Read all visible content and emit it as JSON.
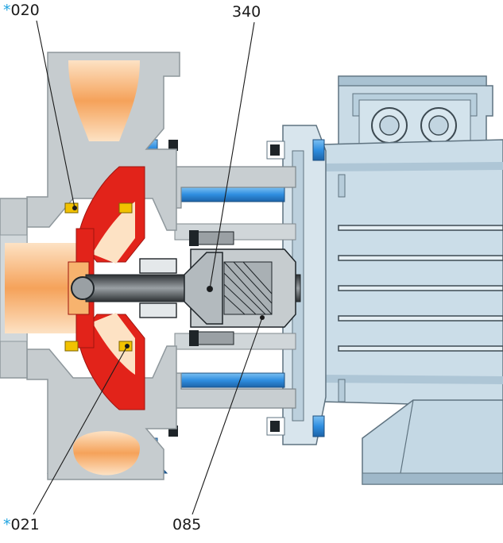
{
  "labels": {
    "p020": {
      "marker": "*",
      "code": "020"
    },
    "p340": {
      "code": "340"
    },
    "p021": {
      "marker": "*",
      "code": "021"
    },
    "p085": {
      "code": "085"
    }
  },
  "colors": {
    "casing": "#c6cccf",
    "casing_edge": "#8e979c",
    "impeller": "#e2231a",
    "fluid": "#f5a25a",
    "fluid_light": "#fde2c4",
    "motor": "#c4d8e4",
    "motor_edge": "#5f7380",
    "bolt_blue": "#2f8ee0",
    "shaft": "#555b60",
    "ring_yellow": "#f2c200",
    "marker": "#1fa3e0"
  }
}
